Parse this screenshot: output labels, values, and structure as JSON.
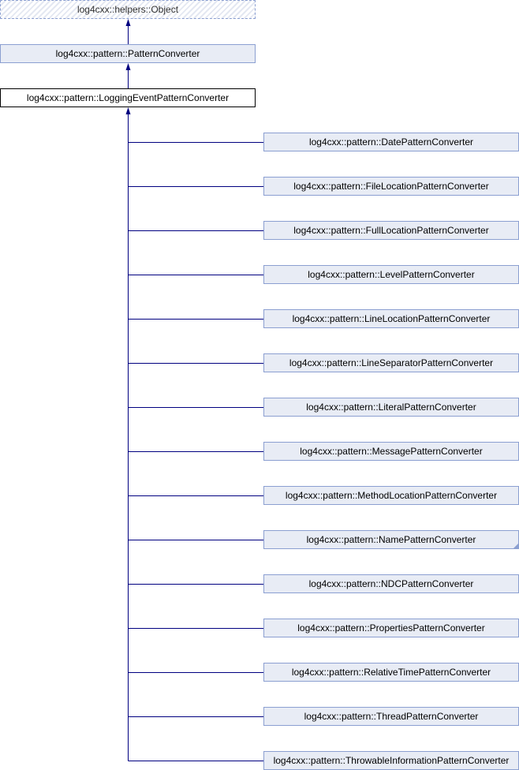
{
  "ancestors": [
    {
      "label": "log4cxx::helpers::Object",
      "kind": "external"
    },
    {
      "label": "log4cxx::pattern::PatternConverter",
      "kind": "normal"
    }
  ],
  "current": {
    "label": "log4cxx::pattern::LoggingEventPatternConverter"
  },
  "children": [
    {
      "label": "log4cxx::pattern::DatePatternConverter"
    },
    {
      "label": "log4cxx::pattern::FileLocationPatternConverter"
    },
    {
      "label": "log4cxx::pattern::FullLocationPatternConverter"
    },
    {
      "label": "log4cxx::pattern::LevelPatternConverter"
    },
    {
      "label": "log4cxx::pattern::LineLocationPatternConverter"
    },
    {
      "label": "log4cxx::pattern::LineSeparatorPatternConverter"
    },
    {
      "label": "log4cxx::pattern::LiteralPatternConverter"
    },
    {
      "label": "log4cxx::pattern::MessagePatternConverter"
    },
    {
      "label": "log4cxx::pattern::MethodLocationPatternConverter"
    },
    {
      "label": "log4cxx::pattern::NamePatternConverter",
      "has_more": true
    },
    {
      "label": "log4cxx::pattern::NDCPatternConverter"
    },
    {
      "label": "log4cxx::pattern::PropertiesPatternConverter"
    },
    {
      "label": "log4cxx::pattern::RelativeTimePatternConverter"
    },
    {
      "label": "log4cxx::pattern::ThreadPatternConverter"
    },
    {
      "label": "log4cxx::pattern::ThrowableInformationPatternConverter"
    }
  ],
  "colors": {
    "edge": "#000080",
    "node_fill": "#e8ecf5",
    "node_border": "#8b9fd1"
  }
}
